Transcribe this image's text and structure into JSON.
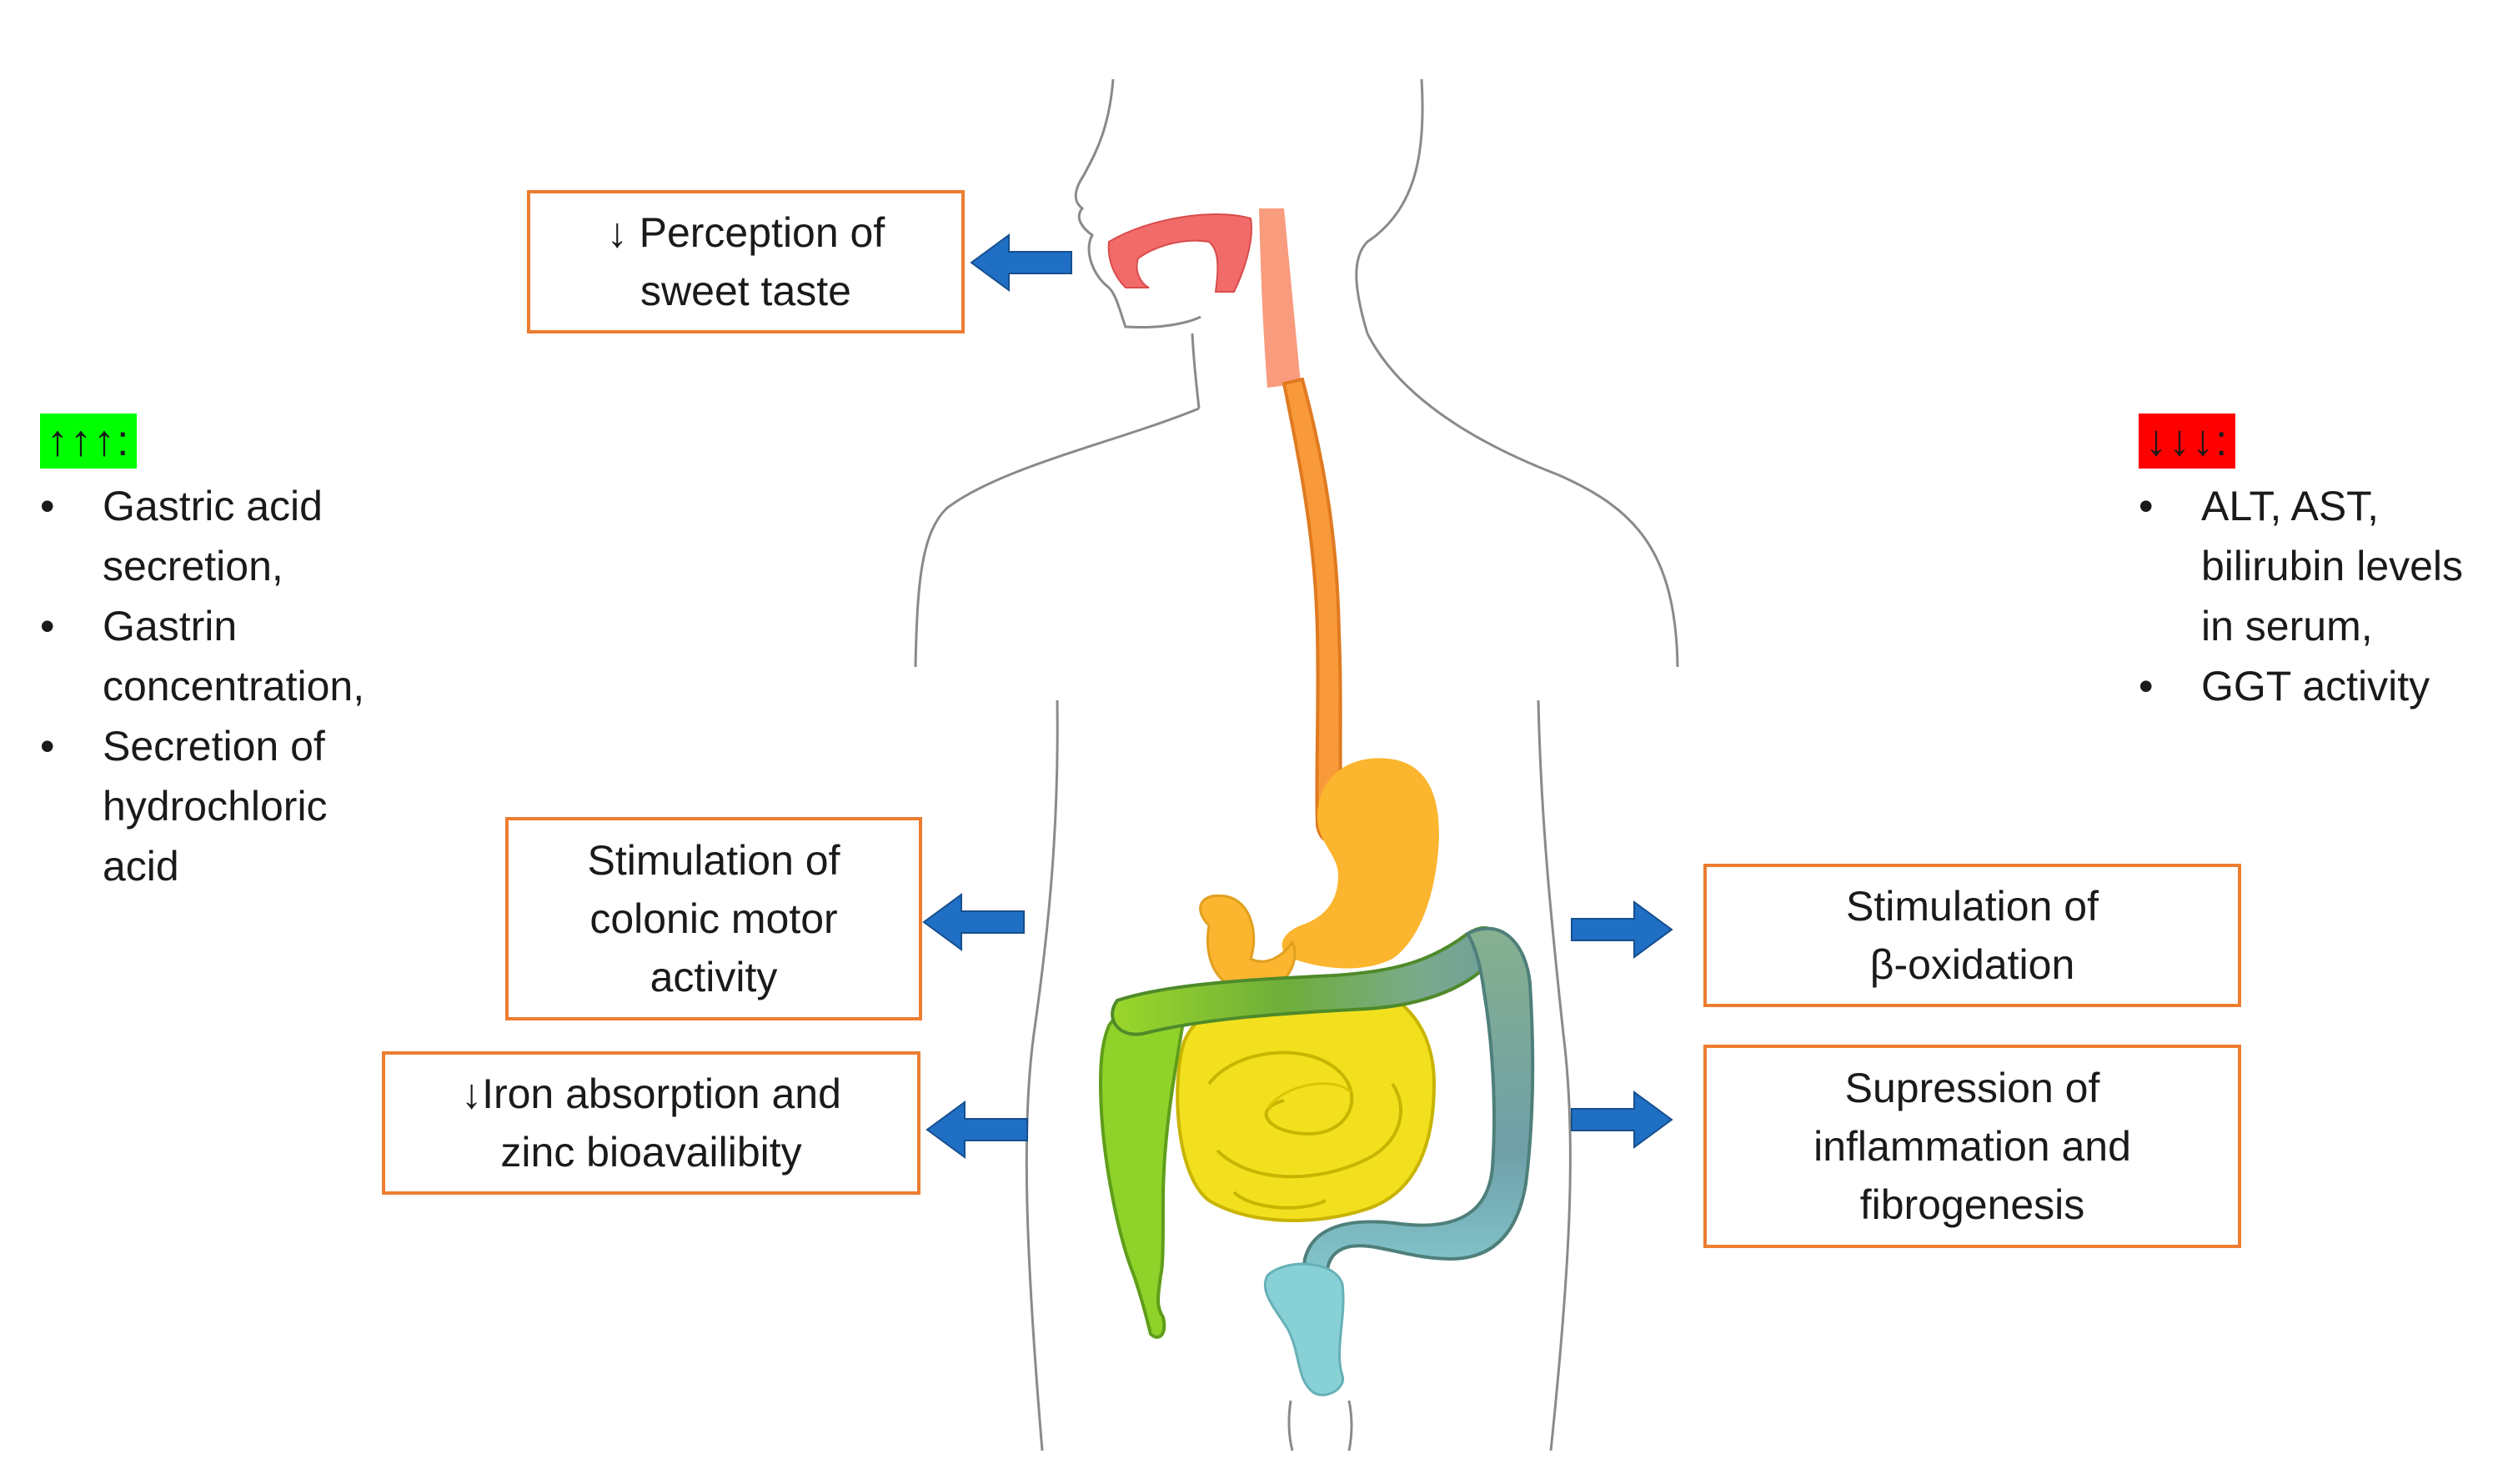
{
  "left_panel": {
    "header": "↑↑↑:",
    "header_color": "#00ff00",
    "items": [
      {
        "line1": "Gastric acid",
        "line2": "secretion,"
      },
      {
        "line1": "Gastrin",
        "line2": "concentration,"
      },
      {
        "line1": "Secretion of",
        "line2": "hydrochloric",
        "line3": "acid"
      }
    ]
  },
  "right_panel": {
    "header": "↓↓↓:",
    "header_color": "#ff0000",
    "items": [
      {
        "line1": "ALT, AST,",
        "line2": "bilirubin levels",
        "line3": "in serum,"
      },
      {
        "line1": "GGT activity"
      }
    ]
  },
  "effects": {
    "sweet_taste": {
      "line1": "↓ Perception of",
      "line2": "sweet taste"
    },
    "colonic": {
      "line1": "Stimulation of",
      "line2": "colonic motor",
      "line3": "activity"
    },
    "iron": {
      "line1": "↓Iron absorption and",
      "line2": "zinc bioavailibity"
    },
    "beta": {
      "line1": "Stimulation of",
      "line2": "β-oxidation"
    },
    "inflammation": {
      "line1": "Supression of",
      "line2": "inflammation and",
      "line3": "fibrogenesis"
    }
  },
  "colors": {
    "box_border": "#ed7d31",
    "arrow": "#1f6fc4",
    "mouth": "#f26b6b",
    "pharynx": "#f99b7d",
    "esophagus": "#f89a3a",
    "stomach": "#fbb52e",
    "small_intestine": "#f2e01e",
    "ascending_colon": "#8fd22a",
    "transverse_colon": "#6fae3a",
    "descending_colon": "#7aa98c",
    "rectum": "#86d0d6",
    "outline": "#8a8a8a"
  }
}
